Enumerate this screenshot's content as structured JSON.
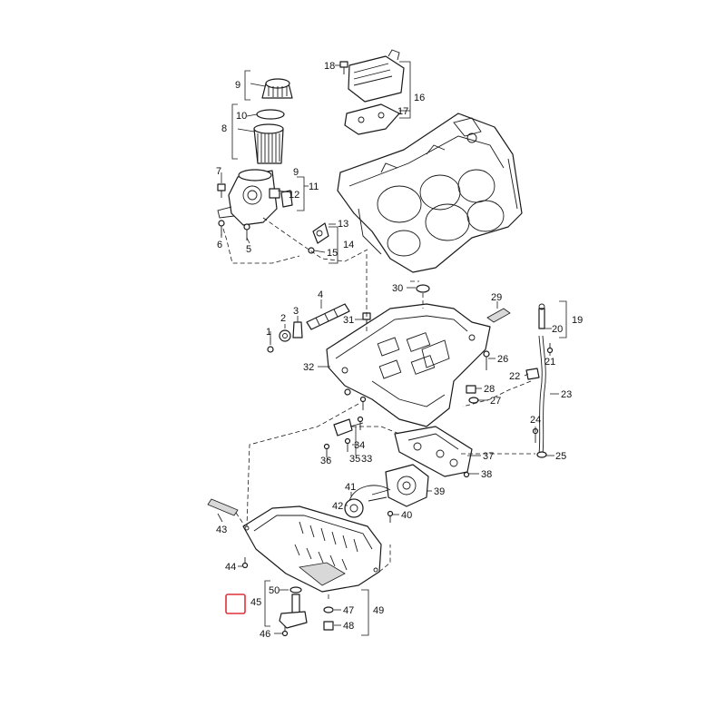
{
  "diagram": {
    "highlight_color": "#e0303a",
    "line_color": "#1a1a1a",
    "callouts": [
      {
        "id": "c1",
        "label": "1"
      },
      {
        "id": "c2",
        "label": "2"
      },
      {
        "id": "c3",
        "label": "3"
      },
      {
        "id": "c4",
        "label": "4"
      },
      {
        "id": "c5",
        "label": "5"
      },
      {
        "id": "c6",
        "label": "6"
      },
      {
        "id": "c7",
        "label": "7"
      },
      {
        "id": "c8",
        "label": "8"
      },
      {
        "id": "c9",
        "label": "9"
      },
      {
        "id": "c9b",
        "label": "9"
      },
      {
        "id": "c10",
        "label": "10"
      },
      {
        "id": "c11",
        "label": "11"
      },
      {
        "id": "c12",
        "label": "12"
      },
      {
        "id": "c13",
        "label": "13"
      },
      {
        "id": "c14",
        "label": "14"
      },
      {
        "id": "c15",
        "label": "15"
      },
      {
        "id": "c16",
        "label": "16"
      },
      {
        "id": "c17",
        "label": "17"
      },
      {
        "id": "c18",
        "label": "18"
      },
      {
        "id": "c19",
        "label": "19"
      },
      {
        "id": "c20",
        "label": "20"
      },
      {
        "id": "c21",
        "label": "21"
      },
      {
        "id": "c22",
        "label": "22"
      },
      {
        "id": "c23",
        "label": "23"
      },
      {
        "id": "c24",
        "label": "24"
      },
      {
        "id": "c25",
        "label": "25"
      },
      {
        "id": "c26",
        "label": "26"
      },
      {
        "id": "c27",
        "label": "27"
      },
      {
        "id": "c28",
        "label": "28"
      },
      {
        "id": "c29",
        "label": "29"
      },
      {
        "id": "c30",
        "label": "30"
      },
      {
        "id": "c31",
        "label": "31"
      },
      {
        "id": "c32",
        "label": "32"
      },
      {
        "id": "c33",
        "label": "33"
      },
      {
        "id": "c34",
        "label": "34"
      },
      {
        "id": "c35",
        "label": "35"
      },
      {
        "id": "c36",
        "label": "36"
      },
      {
        "id": "c37",
        "label": "37"
      },
      {
        "id": "c38",
        "label": "38"
      },
      {
        "id": "c39",
        "label": "39"
      },
      {
        "id": "c40",
        "label": "40"
      },
      {
        "id": "c41",
        "label": "41"
      },
      {
        "id": "c42",
        "label": "42"
      },
      {
        "id": "c43",
        "label": "43"
      },
      {
        "id": "c44",
        "label": "44"
      },
      {
        "id": "c45",
        "label": "45"
      },
      {
        "id": "c46",
        "label": "46"
      },
      {
        "id": "c47",
        "label": "47"
      },
      {
        "id": "c48",
        "label": "48"
      },
      {
        "id": "c49",
        "label": "49"
      },
      {
        "id": "c50",
        "label": "50"
      }
    ]
  }
}
